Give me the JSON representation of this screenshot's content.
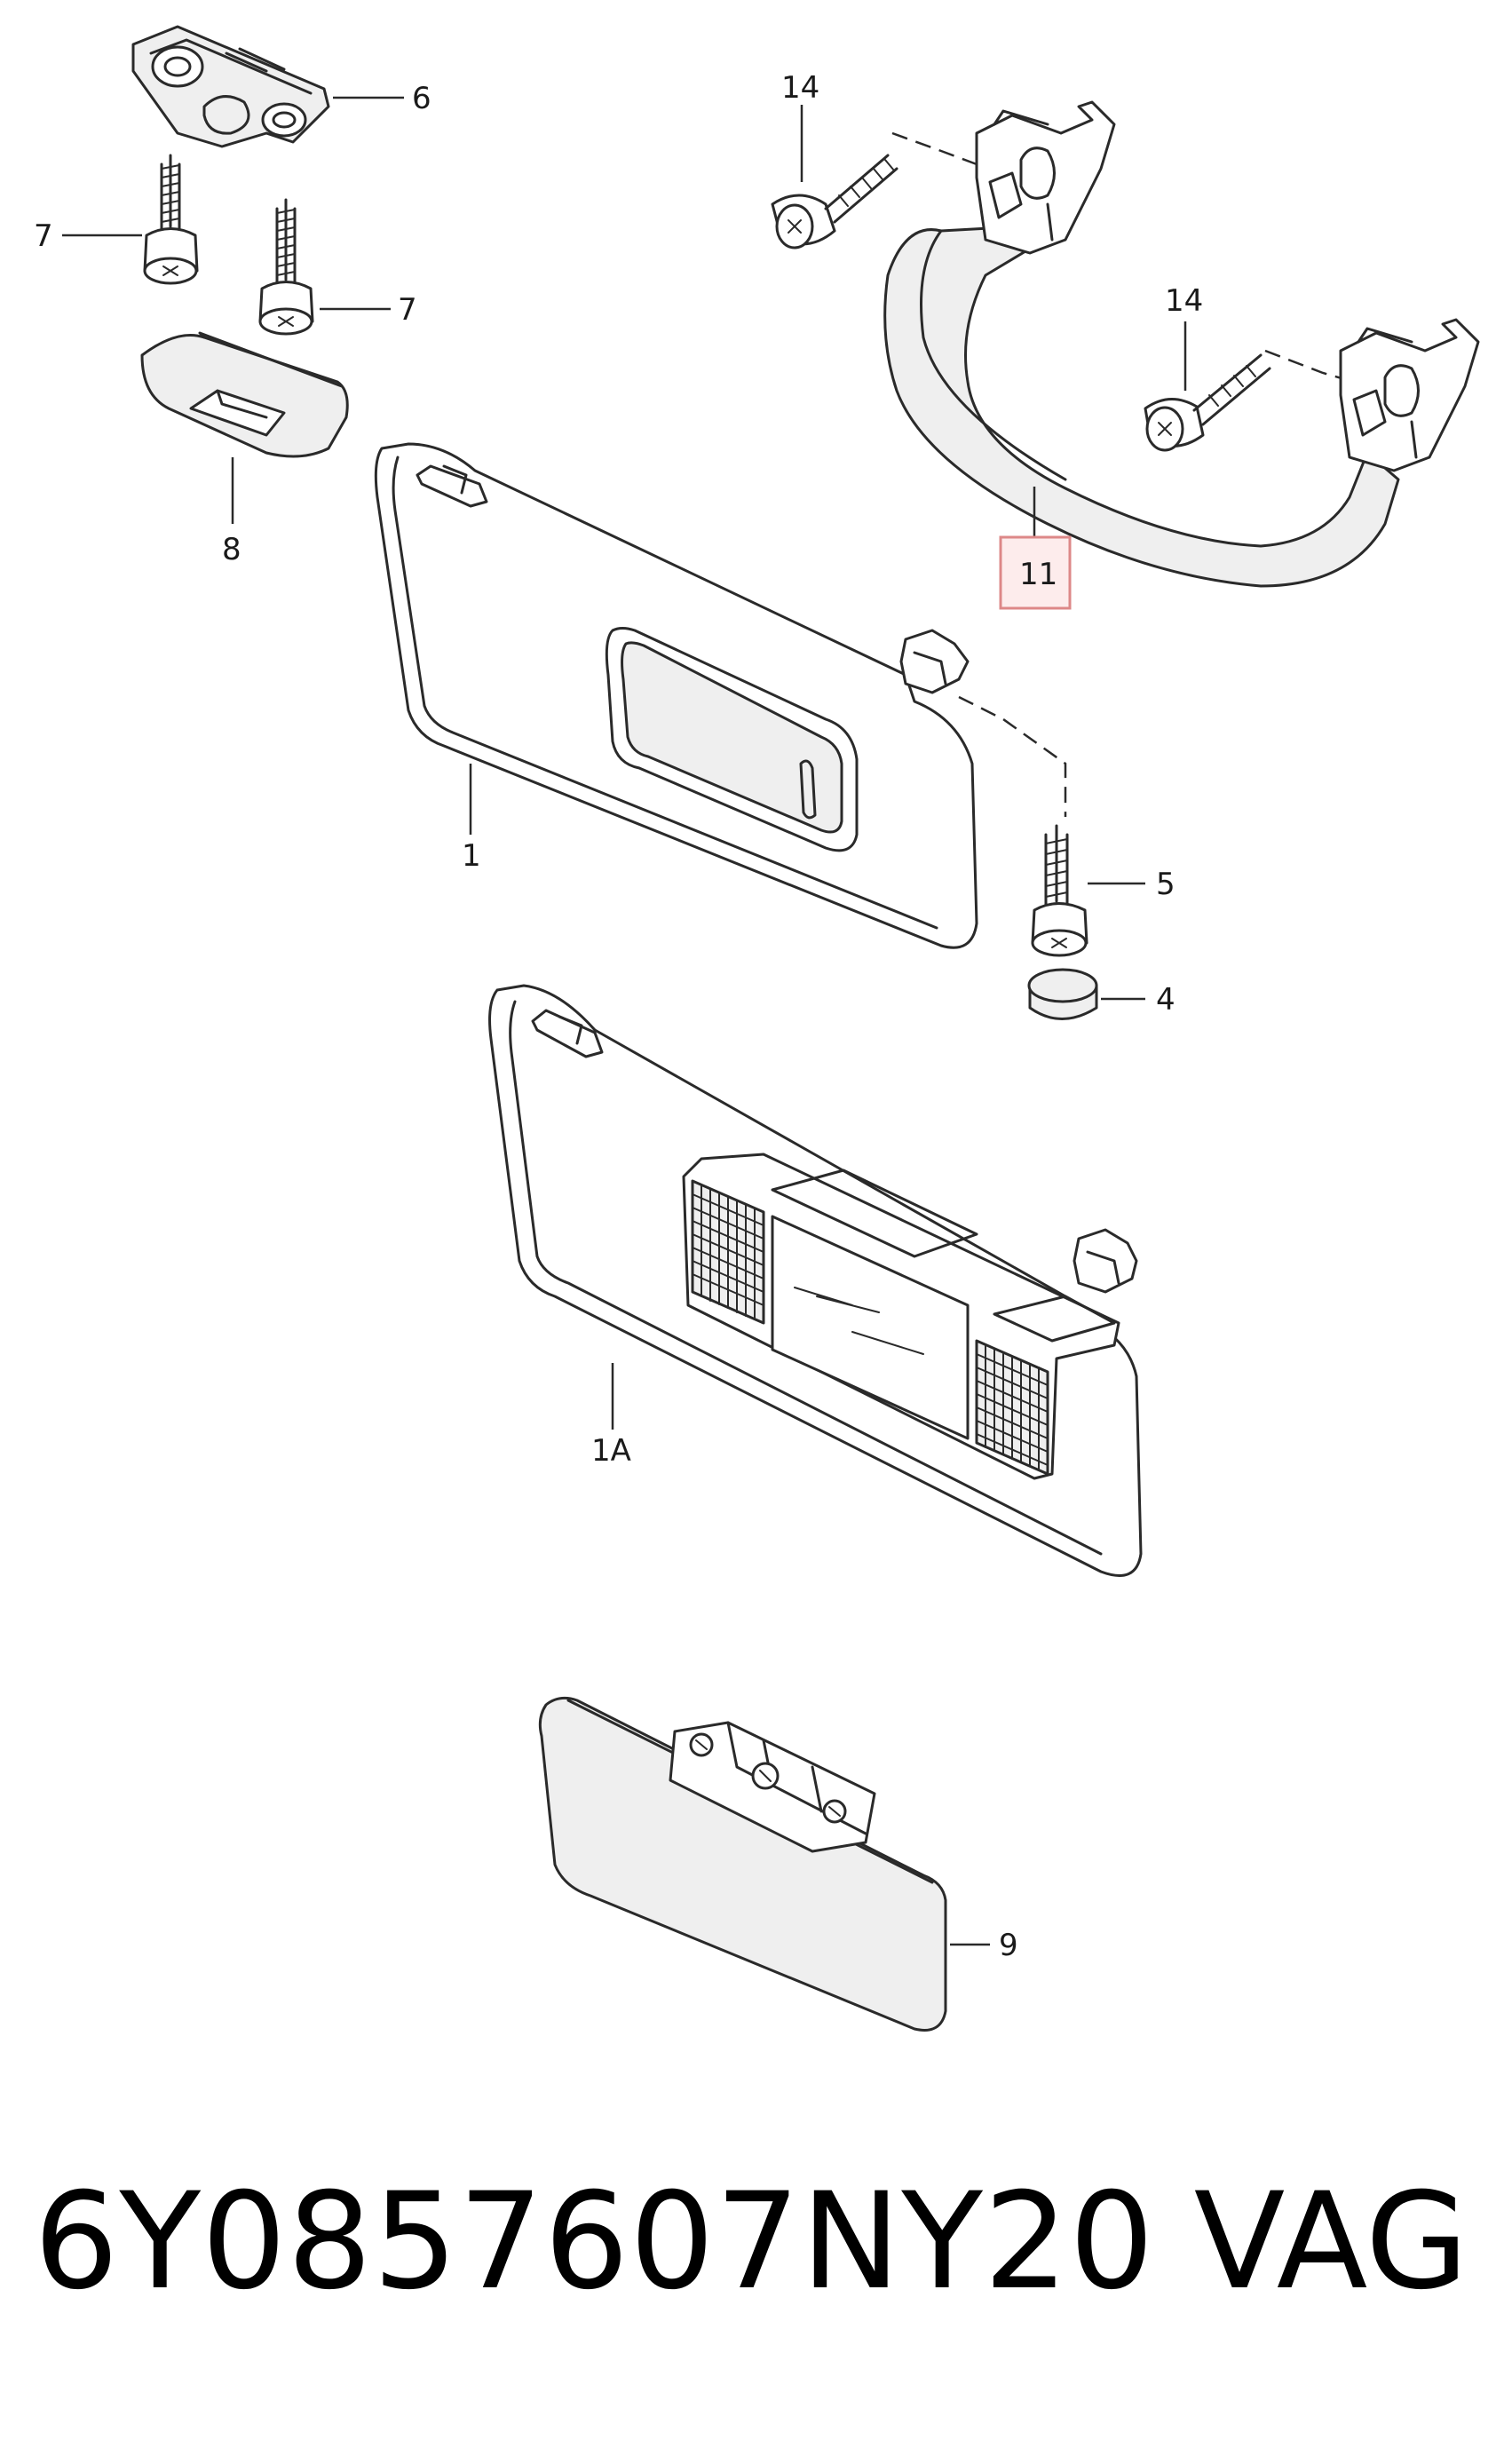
{
  "callouts": {
    "c1": "1",
    "c1a": "1A",
    "c4": "4",
    "c5": "5",
    "c6": "6",
    "c7a": "7",
    "c7b": "7",
    "c8": "8",
    "c9": "9",
    "c11": "11",
    "c14a": "14",
    "c14b": "14"
  },
  "footer": {
    "part_number": "6Y0857607NY20",
    "brand": "VAG"
  },
  "colors": {
    "line": "#2a2a2a",
    "highlight_fill": "#fdecec",
    "highlight_border": "#dd8888"
  }
}
